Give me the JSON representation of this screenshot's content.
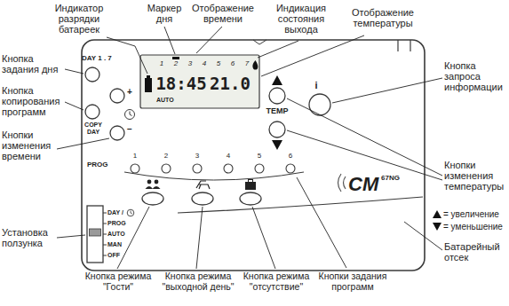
{
  "diagram": {
    "labels": [
      "Индикатор разрядки батареек",
      "Маркер дня",
      "Отображение времени",
      "Индикация состояния выхода",
      "Отображение температуры",
      "Кнопка задания дня",
      "Кнопка копирования программ",
      "Кнопки изменения времени",
      "Кнопка запроса информации",
      "Кнопки изменения температуры",
      "= увеличение",
      "= уменьшение",
      "Установка ползунка",
      "Батарейный отсек",
      "Кнопка режима \"Гости\"",
      "Кнопка режима \"выходной день\"",
      "Кнопка режима \"отсутствие\"",
      "Кнопки задания программ",
      "DAY 1 . 7",
      "COPY",
      "DAY",
      "+",
      "−",
      "1",
      "2",
      "3",
      "4",
      "5",
      "6",
      "7",
      "18:45",
      "21.0",
      "AUTO",
      "TEMP",
      "i",
      "PROG",
      "1",
      "2",
      "3",
      "4",
      "5",
      "6",
      "CM",
      "67NG",
      "DAY /",
      "PROG",
      "AUTO",
      "MAN",
      "OFF"
    ]
  }
}
